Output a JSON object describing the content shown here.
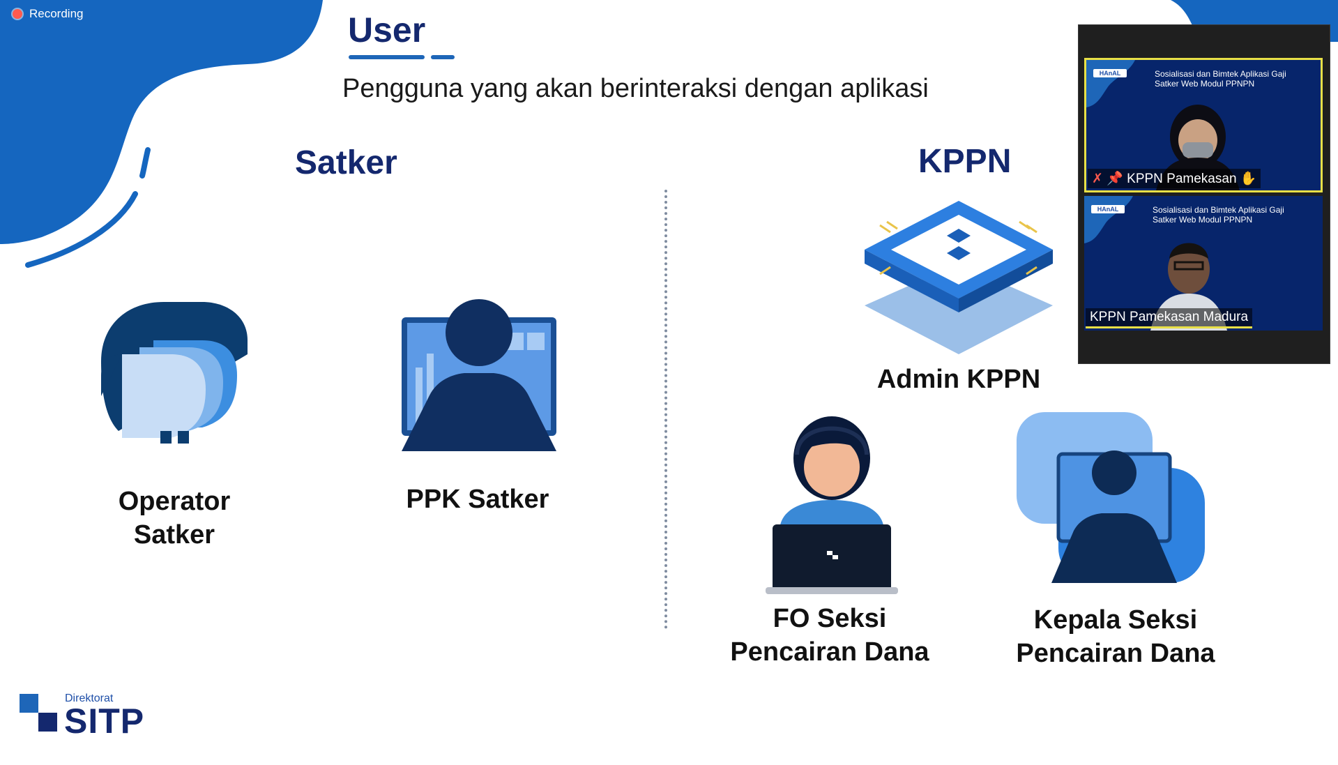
{
  "recording": {
    "label": "Recording"
  },
  "slide": {
    "title": "User",
    "subtitle": "Pengguna yang akan berinteraksi dengan aplikasi",
    "left_heading": "Satker",
    "right_heading": "KPPN",
    "roles": {
      "operator_line1": "Operator",
      "operator_line2": "Satker",
      "ppk": "PPK Satker",
      "admin": "Admin KPPN",
      "fo_line1": "FO Seksi",
      "fo_line2": "Pencairan Dana",
      "kepala_line1": "Kepala Seksi",
      "kepala_line2": "Pencairan Dana"
    },
    "logo": {
      "small": "Direktorat",
      "main": "SITP"
    }
  },
  "video": {
    "tile1": {
      "banner": "Sosialisasi dan Bimtek Aplikasi Gaji Satker Web Modul PPNPN",
      "name": "KPPN Pamekasan",
      "badge": "HAnAL"
    },
    "tile2": {
      "banner": "Sosialisasi dan Bimtek Aplikasi Gaji Satker Web Modul PPNPN",
      "name": "KPPN Pamekasan Madura",
      "badge": "HAnAL"
    }
  },
  "colors": {
    "navy": "#14286e",
    "brand_blue": "#1e66b8",
    "highlight": "#e8e046"
  }
}
